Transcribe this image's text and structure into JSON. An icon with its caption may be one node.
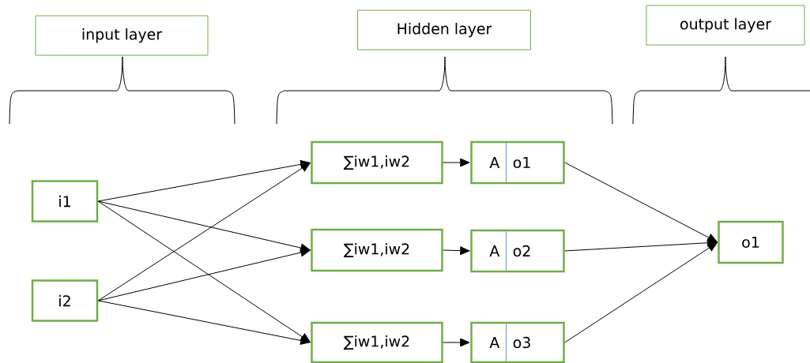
{
  "diagram": {
    "nodes": [
      {
        "text": [
          "input layer"
        ]
      },
      {
        "text": [
          "Hidden layer"
        ]
      },
      {
        "text": [
          "output layer"
        ]
      },
      {
        "text": [
          "i1"
        ]
      },
      {
        "text": [
          "i2"
        ]
      },
      {
        "text": [
          "∑iw1,iw2"
        ]
      },
      {
        "text": [
          "∑iw1,iw2"
        ]
      },
      {
        "text": [
          "∑iw1,iw2"
        ]
      },
      {
        "text": [
          "A",
          "o1"
        ]
      },
      {
        "text": [
          "A",
          "o2"
        ]
      },
      {
        "text": [
          "A",
          "o3"
        ]
      },
      {
        "text": [
          "o1"
        ]
      }
    ],
    "edges": [
      {
        "from": 3,
        "to": 5,
        "arrow": "to"
      },
      {
        "from": 3,
        "to": 6,
        "arrow": "to"
      },
      {
        "from": 3,
        "to": 7,
        "arrow": "to"
      },
      {
        "from": 4,
        "to": 5,
        "arrow": "to"
      },
      {
        "from": 4,
        "to": 6,
        "arrow": "to"
      },
      {
        "from": 4,
        "to": 7,
        "arrow": "to"
      },
      {
        "from": 5,
        "to": 8,
        "arrow": "to"
      },
      {
        "from": 6,
        "to": 9,
        "arrow": "to"
      },
      {
        "from": 7,
        "to": 10,
        "arrow": "to"
      },
      {
        "from": 8,
        "to": 11,
        "arrow": "to"
      },
      {
        "from": 9,
        "to": 11,
        "arrow": "to"
      },
      {
        "from": 10,
        "to": 11,
        "arrow": "to"
      }
    ]
  }
}
